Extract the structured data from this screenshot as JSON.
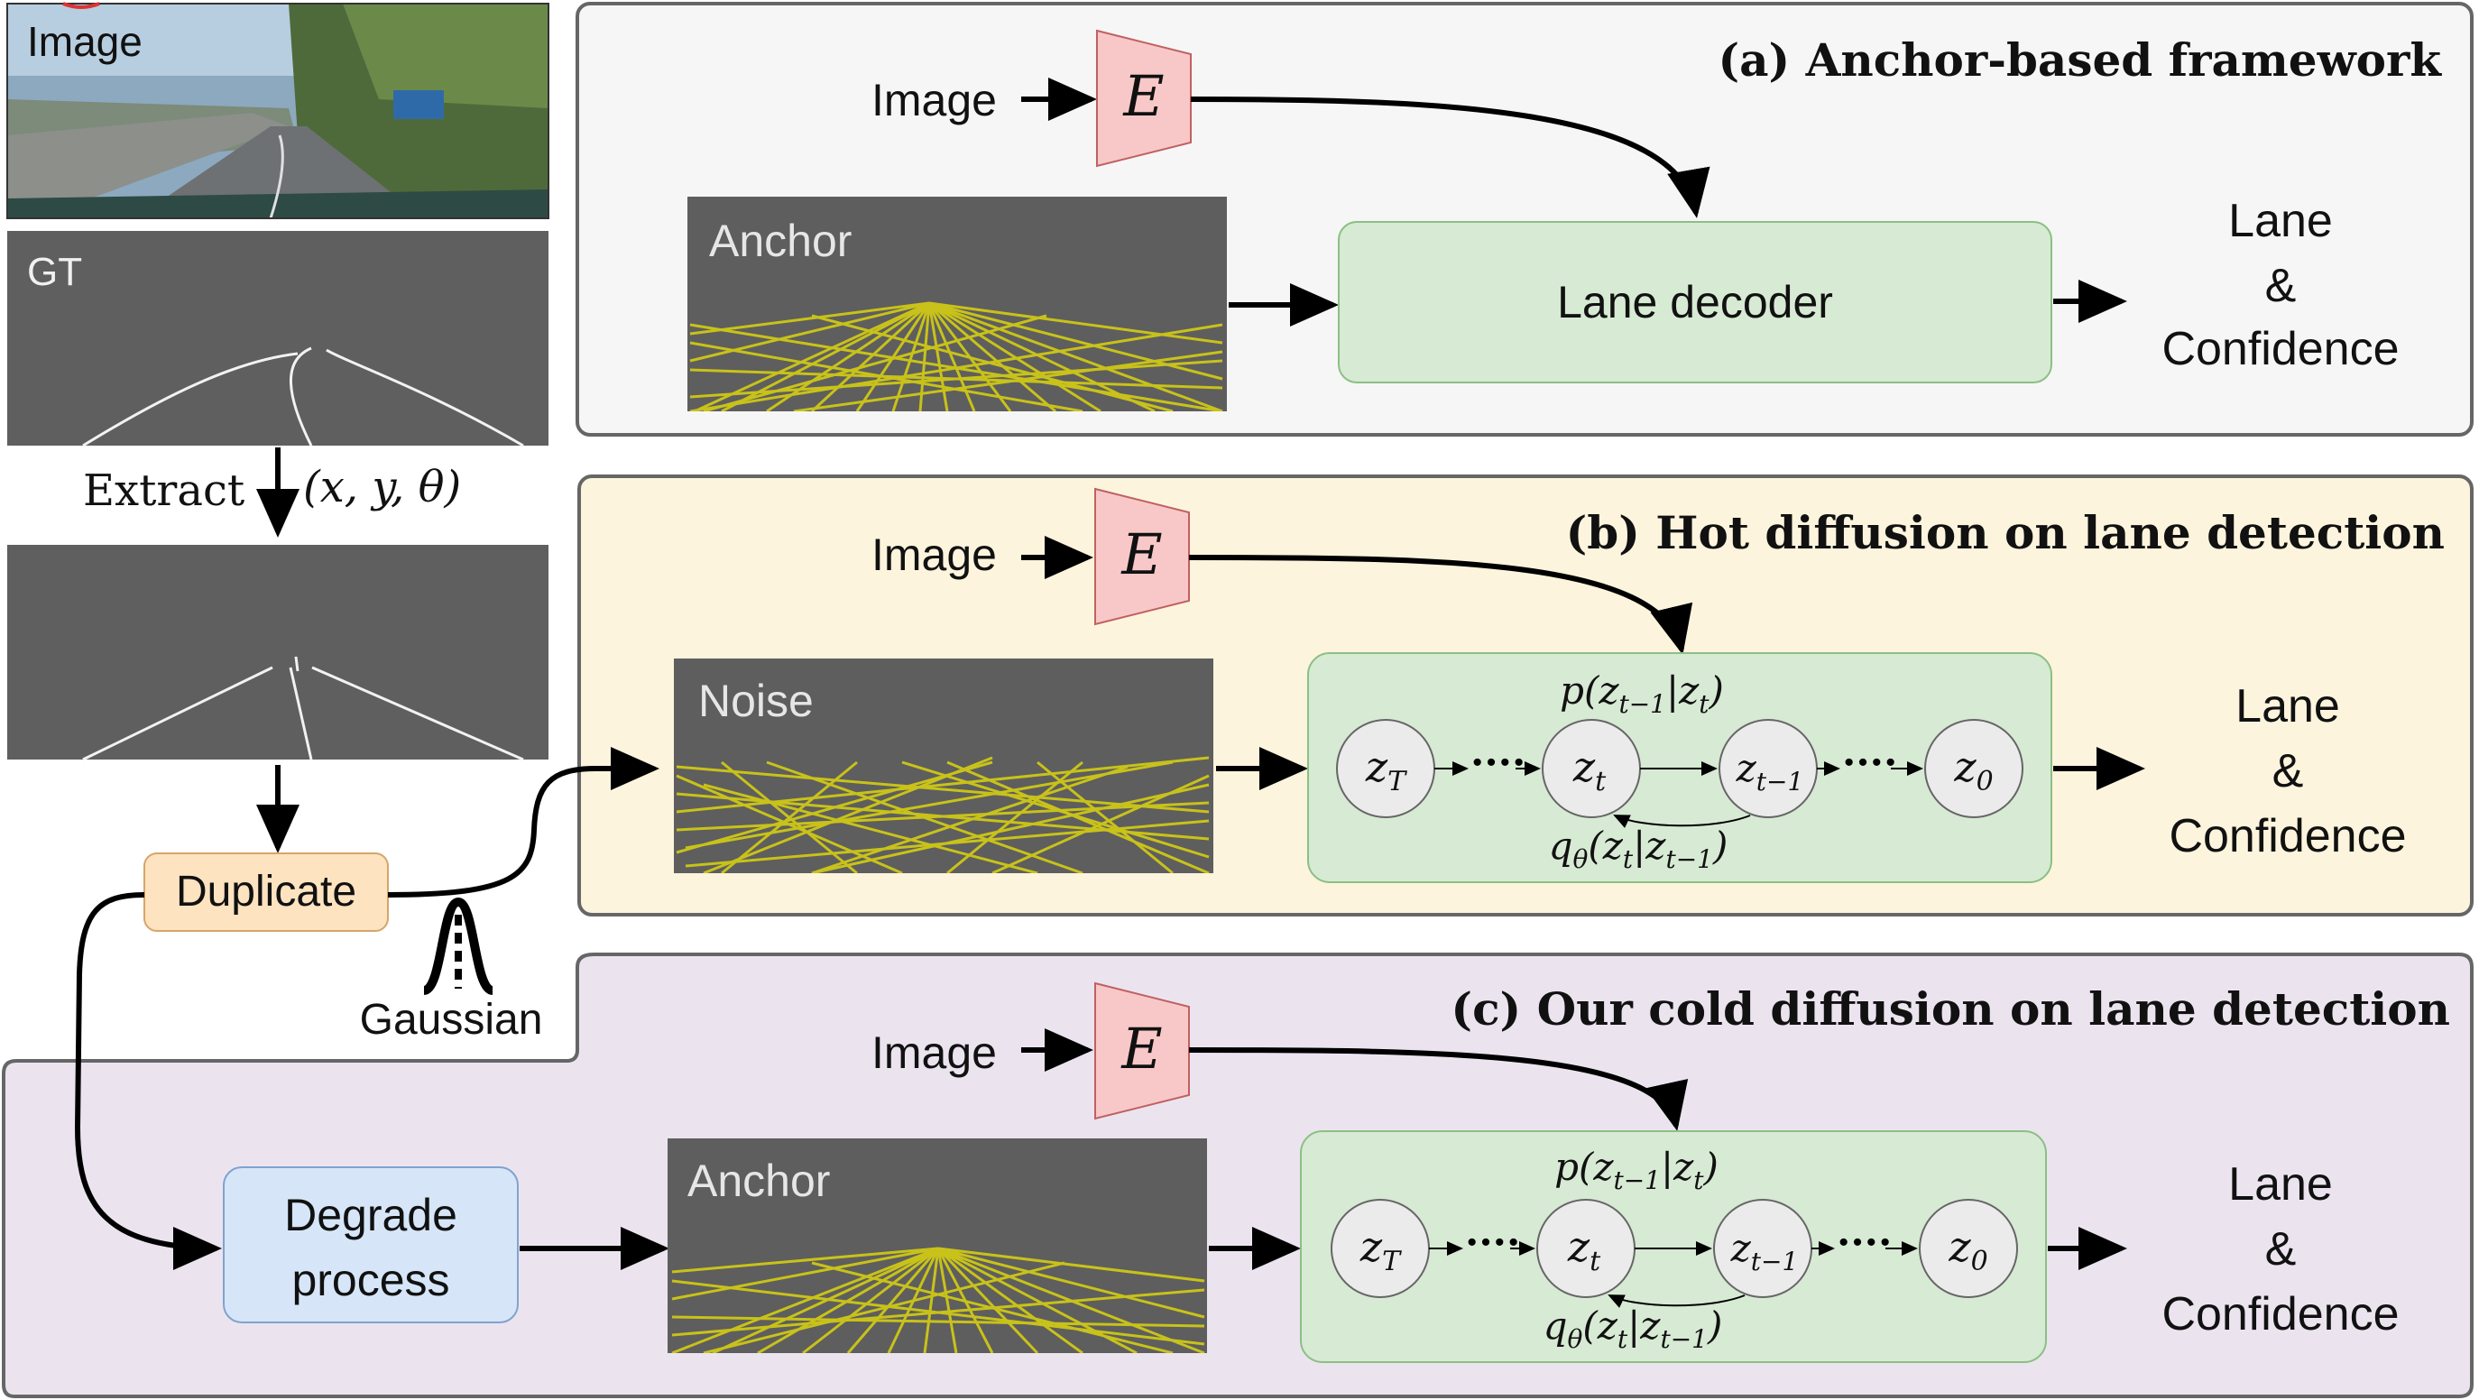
{
  "left_column": {
    "image_label": "Image",
    "gt_label": "GT",
    "extract_label": "Extract",
    "extract_params": "(x, y, θ)",
    "duplicate_label": "Duplicate",
    "gaussian_label": "Gaussian"
  },
  "panel_a": {
    "title": "(a) Anchor-based framework",
    "image_label": "Image",
    "encoder_label": "E",
    "anchor_label": "Anchor",
    "decoder_label": "Lane decoder",
    "output_line1": "Lane",
    "output_line2": "&",
    "output_line3": "Confidence"
  },
  "panel_b": {
    "title": "(b) Hot diffusion on lane detection",
    "image_label": "Image",
    "encoder_label": "E",
    "noise_label": "Noise",
    "p_label": "p(z",
    "p_sub": "t−1",
    "p_mid": "|z",
    "p_sub2": "t",
    "p_end": ")",
    "q_label": "q",
    "q_sub": "θ",
    "q_mid": "(z",
    "q_sub2": "t",
    "q_mid2": "|z",
    "q_sub3": "t−1",
    "q_end": ")",
    "nodes": [
      {
        "base": "z",
        "sub": "T"
      },
      {
        "base": "z",
        "sub": "t"
      },
      {
        "base": "z",
        "sub": "t−1"
      },
      {
        "base": "z",
        "sub": "0"
      }
    ],
    "output_line1": "Lane",
    "output_line2": "&",
    "output_line3": "Confidence"
  },
  "panel_c": {
    "title": "(c) Our cold diffusion on lane detection",
    "image_label": "Image",
    "encoder_label": "E",
    "degrade_line1": "Degrade",
    "degrade_line2": "process",
    "anchor_label": "Anchor",
    "p_label": "p(z",
    "p_sub": "t−1",
    "p_mid": "|z",
    "p_sub2": "t",
    "p_end": ")",
    "q_label": "q",
    "q_sub": "θ",
    "q_mid": "(z",
    "q_sub2": "t",
    "q_mid2": "|z",
    "q_sub3": "t−1",
    "q_end": ")",
    "nodes": [
      {
        "base": "z",
        "sub": "T"
      },
      {
        "base": "z",
        "sub": "t"
      },
      {
        "base": "z",
        "sub": "t−1"
      },
      {
        "base": "z",
        "sub": "0"
      }
    ],
    "output_line1": "Lane",
    "output_line2": "&",
    "output_line3": "Confidence"
  },
  "colors": {
    "panel_a_bg": "#f6f6f6",
    "panel_b_bg": "#fdf4dd",
    "panel_c_bg": "#ebe4ef",
    "encoder_fill": "#f8c8c8",
    "decoder_fill": "#d7ead4",
    "duplicate_fill": "#fde3c0",
    "degrade_fill": "#d6e6f8",
    "lane_yellow": "#c8c21a",
    "dark_gray": "#5e5e5e"
  }
}
